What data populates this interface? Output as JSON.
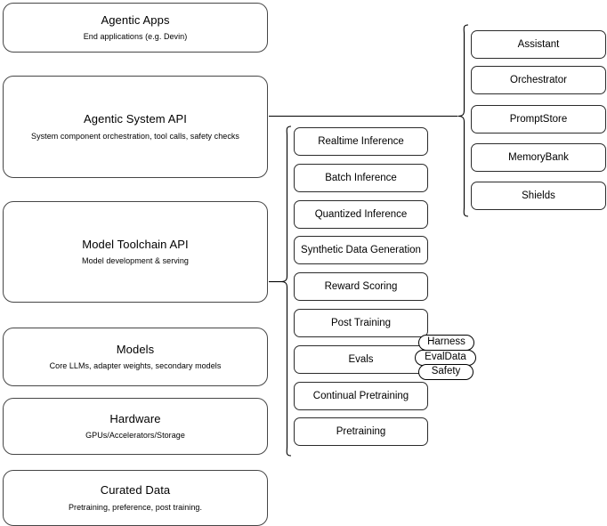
{
  "diagram": {
    "type": "layered-stack-architecture",
    "background": "#ffffff",
    "stroke_color": "#000000",
    "layers": [
      {
        "id": "agentic-apps",
        "title": "Agentic Apps",
        "subtitle": "End applications (e.g. Devin)"
      },
      {
        "id": "agentic-system-api",
        "title": "Agentic System API",
        "subtitle": "System component orchestration, tool calls, safety checks"
      },
      {
        "id": "model-toolchain-api",
        "title": "Model Toolchain API",
        "subtitle": "Model development & serving"
      },
      {
        "id": "models",
        "title": "Models",
        "subtitle": "Core LLMs, adapter weights, secondary models"
      },
      {
        "id": "hardware",
        "title": "Hardware",
        "subtitle": "GPUs/Accelerators/Storage"
      },
      {
        "id": "curated-data",
        "title": "Curated Data",
        "subtitle": "Pretraining, preference, post training."
      }
    ],
    "toolchain_components": [
      {
        "id": "realtime-inference",
        "label": "Realtime Inference"
      },
      {
        "id": "batch-inference",
        "label": "Batch Inference"
      },
      {
        "id": "quantized-inference",
        "label": "Quantized Inference"
      },
      {
        "id": "synthetic-data-generation",
        "label": "Synthetic Data Generation"
      },
      {
        "id": "reward-scoring",
        "label": "Reward Scoring"
      },
      {
        "id": "post-training",
        "label": "Post Training"
      },
      {
        "id": "evals",
        "label": "Evals"
      },
      {
        "id": "continual-pretraining",
        "label": "Continual Pretraining"
      },
      {
        "id": "pretraining",
        "label": "Pretraining"
      }
    ],
    "system_components": [
      {
        "id": "assistant",
        "label": "Assistant"
      },
      {
        "id": "orchestrator",
        "label": "Orchestrator"
      },
      {
        "id": "promptstore",
        "label": "PromptStore"
      },
      {
        "id": "memorybank",
        "label": "MemoryBank"
      },
      {
        "id": "shields",
        "label": "Shields"
      }
    ],
    "eval_badges": [
      {
        "id": "harness",
        "label": "Harness"
      },
      {
        "id": "evaldata",
        "label": "EvalData"
      },
      {
        "id": "safety",
        "label": "Safety"
      }
    ]
  }
}
